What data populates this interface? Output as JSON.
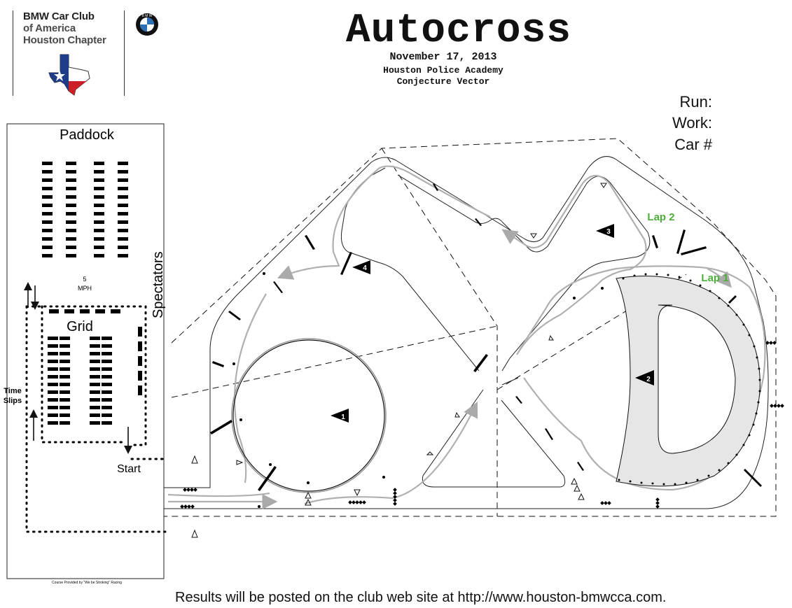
{
  "header": {
    "club": [
      "BMW Car Club",
      "of America",
      "Houston Chapter"
    ],
    "title": "Autocross",
    "date": "November 17, 2013",
    "venue": "Houston Police Academy",
    "course_name": "Conjecture Vector"
  },
  "run_card": {
    "run_label": "Run:",
    "work_label": "Work:",
    "car_label": "Car #"
  },
  "map": {
    "paddock_label": "Paddock",
    "speed_value": "5",
    "speed_unit": "MPH",
    "grid_label": "Grid",
    "spectators_label": "Spectators",
    "time_slips_label": [
      "Time",
      "Slips"
    ],
    "start_label": "Start",
    "credit": "Course Provided by \"We be Stroking\" Racing",
    "lap_labels": [
      "Lap 2",
      "Lap 1"
    ],
    "lap_color": "#4caf3a",
    "station_numbers": [
      "1",
      "2",
      "3",
      "4"
    ]
  },
  "footer": "Results will be posted on the club web site at http://www.houston-bmwcca.com."
}
